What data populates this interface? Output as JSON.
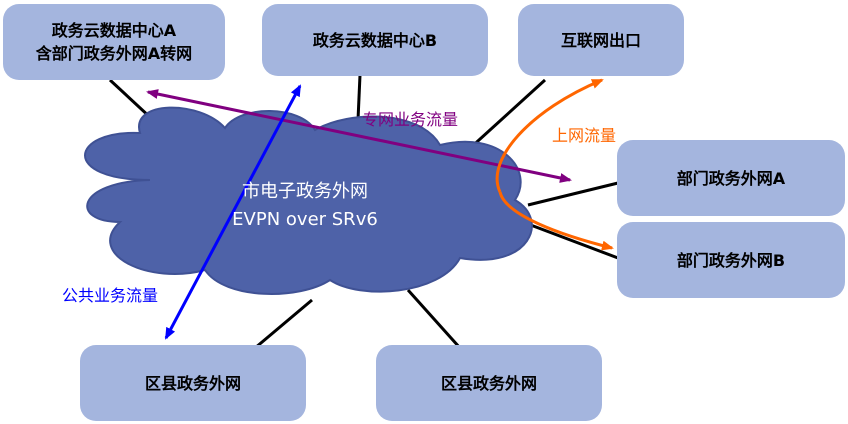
{
  "nodes": {
    "dc_a": {
      "line1": "政务云数据中心A",
      "line2": "含部门政务外网A转网"
    },
    "dc_b": {
      "label": "政务云数据中心B"
    },
    "internet_exit": {
      "label": "互联网出口"
    },
    "dept_a": {
      "label": "部门政务外网A"
    },
    "dept_b": {
      "label": "部门政务外网B"
    },
    "district_1": {
      "label": "区县政务外网"
    },
    "district_2": {
      "label": "区县政务外网"
    }
  },
  "cloud": {
    "line1": "市电子政务外网",
    "line2": "EVPN over SRv6"
  },
  "flows": {
    "private": {
      "label": "专网业务流量",
      "color": "#800080"
    },
    "internet": {
      "label": "上网流量",
      "color": "#ff6600"
    },
    "public": {
      "label": "公共业务流量",
      "color": "#0000ff"
    }
  },
  "colors": {
    "box_fill": "#a4b5de",
    "cloud_fill": "#4e62a8",
    "cloud_edge": "#3f5194",
    "link": "#000000"
  }
}
